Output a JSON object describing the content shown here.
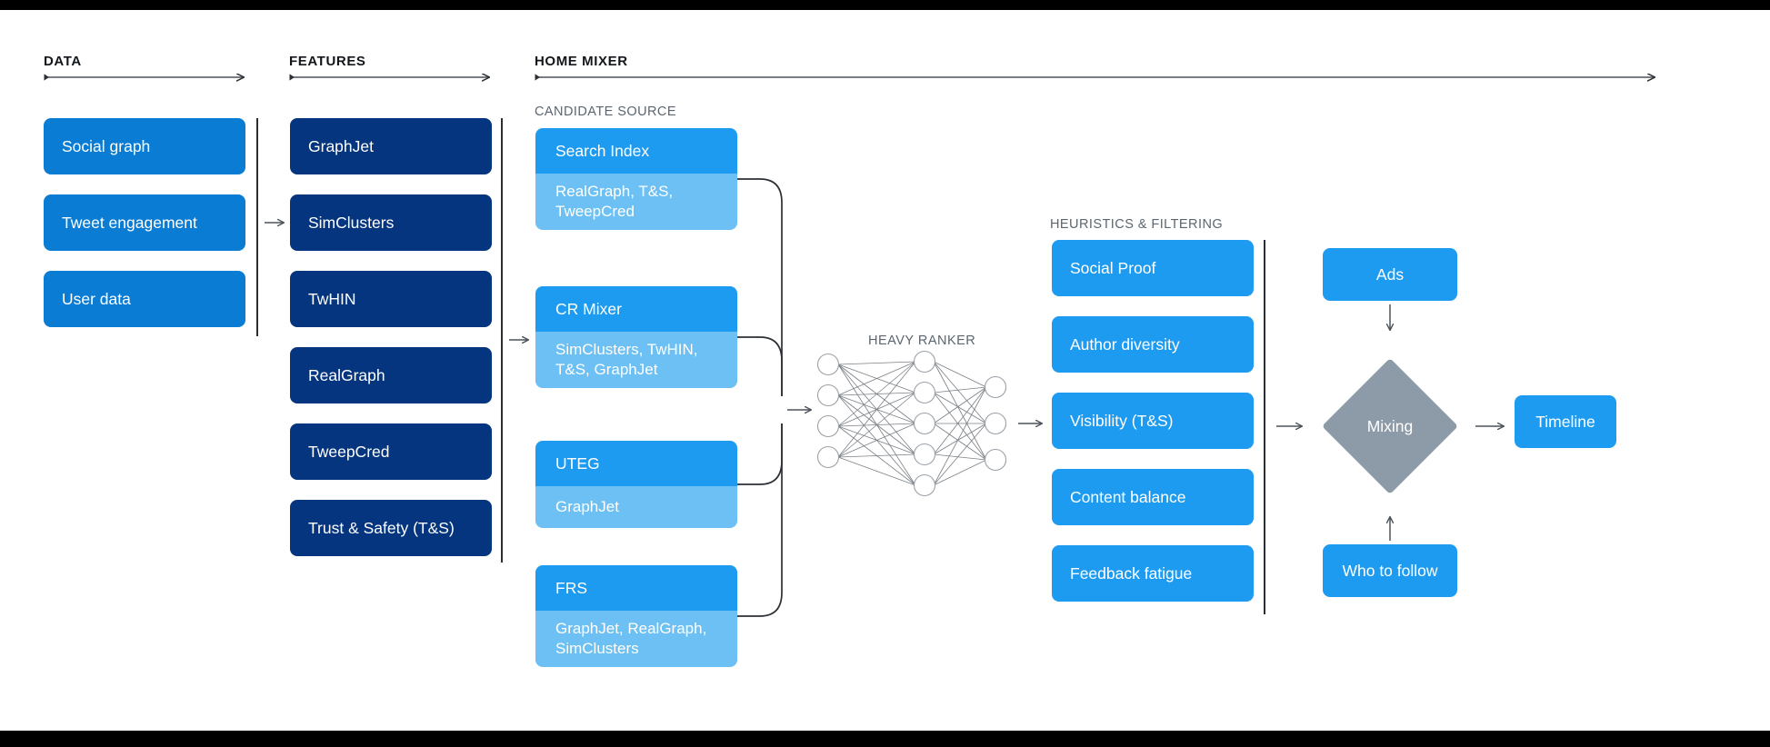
{
  "sections": {
    "data": {
      "title": "DATA"
    },
    "features": {
      "title": "FEATURES"
    },
    "home_mixer": {
      "title": "HOME MIXER"
    },
    "candidate_source": {
      "title": "CANDIDATE SOURCE"
    },
    "heavy_ranker": {
      "title": "HEAVY RANKER"
    },
    "heuristics": {
      "title": "HEURISTICS & FILTERING"
    }
  },
  "data_cards": [
    {
      "label": "Social graph"
    },
    {
      "label": "Tweet engagement"
    },
    {
      "label": "User data"
    }
  ],
  "feature_cards": [
    {
      "label": "GraphJet"
    },
    {
      "label": "SimClusters"
    },
    {
      "label": "TwHIN"
    },
    {
      "label": "RealGraph"
    },
    {
      "label": "TweepCred"
    },
    {
      "label": "Trust & Safety (T&S)"
    }
  ],
  "candidate_sources": [
    {
      "name": "Search Index",
      "features": "RealGraph, T&S, TweepCred"
    },
    {
      "name": "CR Mixer",
      "features": "SimClusters, TwHIN, T&S, GraphJet"
    },
    {
      "name": "UTEG",
      "features": "GraphJet"
    },
    {
      "name": "FRS",
      "features": "GraphJet, RealGraph, SimClusters"
    }
  ],
  "heuristic_cards": [
    {
      "label": "Social Proof"
    },
    {
      "label": "Author diversity"
    },
    {
      "label": "Visibility (T&S)"
    },
    {
      "label": "Content balance"
    },
    {
      "label": "Feedback fatigue"
    }
  ],
  "mixing": {
    "ads_label": "Ads",
    "mixing_label": "Mixing",
    "who_to_follow_label": "Who to follow",
    "timeline_label": "Timeline"
  },
  "neural_net": {
    "input_nodes": 4,
    "hidden_nodes": 5,
    "output_nodes": 3
  },
  "colors": {
    "light_blue": "#0a7cd4",
    "navy": "#05357e",
    "bright_blue": "#1d9bf0",
    "pale_blue": "#6cc0f3",
    "diamond_gray": "#8d9aa8",
    "rule": "#2b2f33",
    "muted_text": "#5b6670"
  }
}
